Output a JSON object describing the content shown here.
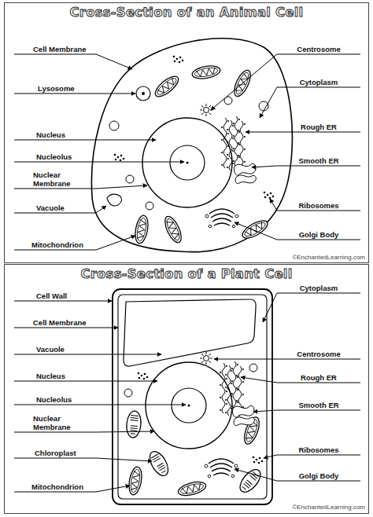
{
  "diagram": {
    "nodes": [
      {
        "text": [
          "Cross-Section of an Animal Cell"
        ]
      },
      {
        "text": [
          "Cross-Section of a Plant Cell"
        ]
      }
    ],
    "labels": [
      "Cell Membrane",
      "Lysosome",
      "Nucleus",
      "Nucleolus",
      "Nuclear Membrane",
      "Vacuole",
      "Mitochondrion",
      "Centrosome",
      "Cytoplasm",
      "Rough ER",
      "Smooth ER",
      "Ribosomes",
      "Golgi Body",
      "©EnchantedLearning.com",
      "Cell Wall",
      "Cell Membrane",
      "Vacuole",
      "Nucleus",
      "Nucleolus",
      "Nuclear Membrane",
      "Chloroplast",
      "Mitochondrion",
      "Cytoplasm",
      "Centrosome",
      "Rough ER",
      "Smooth ER",
      "Ribosomes",
      "Golgi Body",
      "©EnchantedLearning.com"
    ]
  }
}
